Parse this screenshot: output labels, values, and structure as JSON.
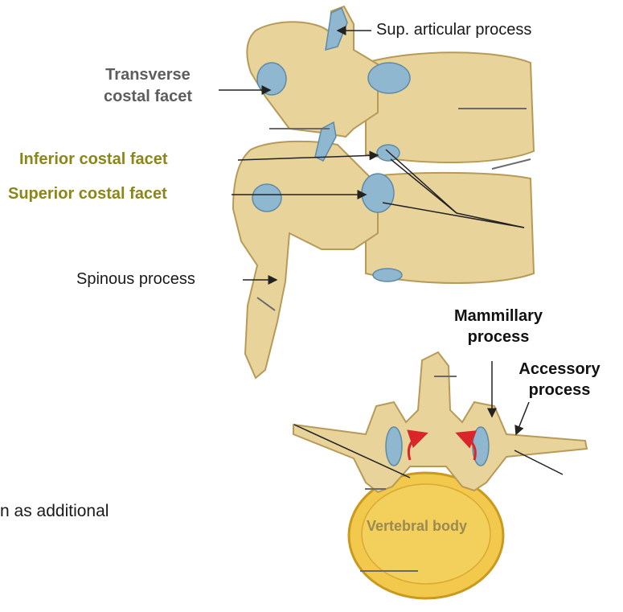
{
  "labels": {
    "sup_articular": "Sup. articular process",
    "transverse_1": "Transverse",
    "transverse_2": "costal facet",
    "inferior_costal": "Inferior costal facet",
    "superior_costal": "Superior costal facet",
    "spinous": "Spinous process",
    "mammillary_1": "Mammillary",
    "mammillary_2": "process",
    "accessory_1": "Accessory",
    "accessory_2": "process",
    "vertebral_body": "Vertebral body",
    "cut_text": "n as additional"
  },
  "colors": {
    "bone": "#e8d49a",
    "bone_shadow": "#c9ac66",
    "facet": "#8fb7d0",
    "vertebral_body": "#f2c94c",
    "olive_label": "#8b8618",
    "arrow_red": "#d8262b"
  }
}
